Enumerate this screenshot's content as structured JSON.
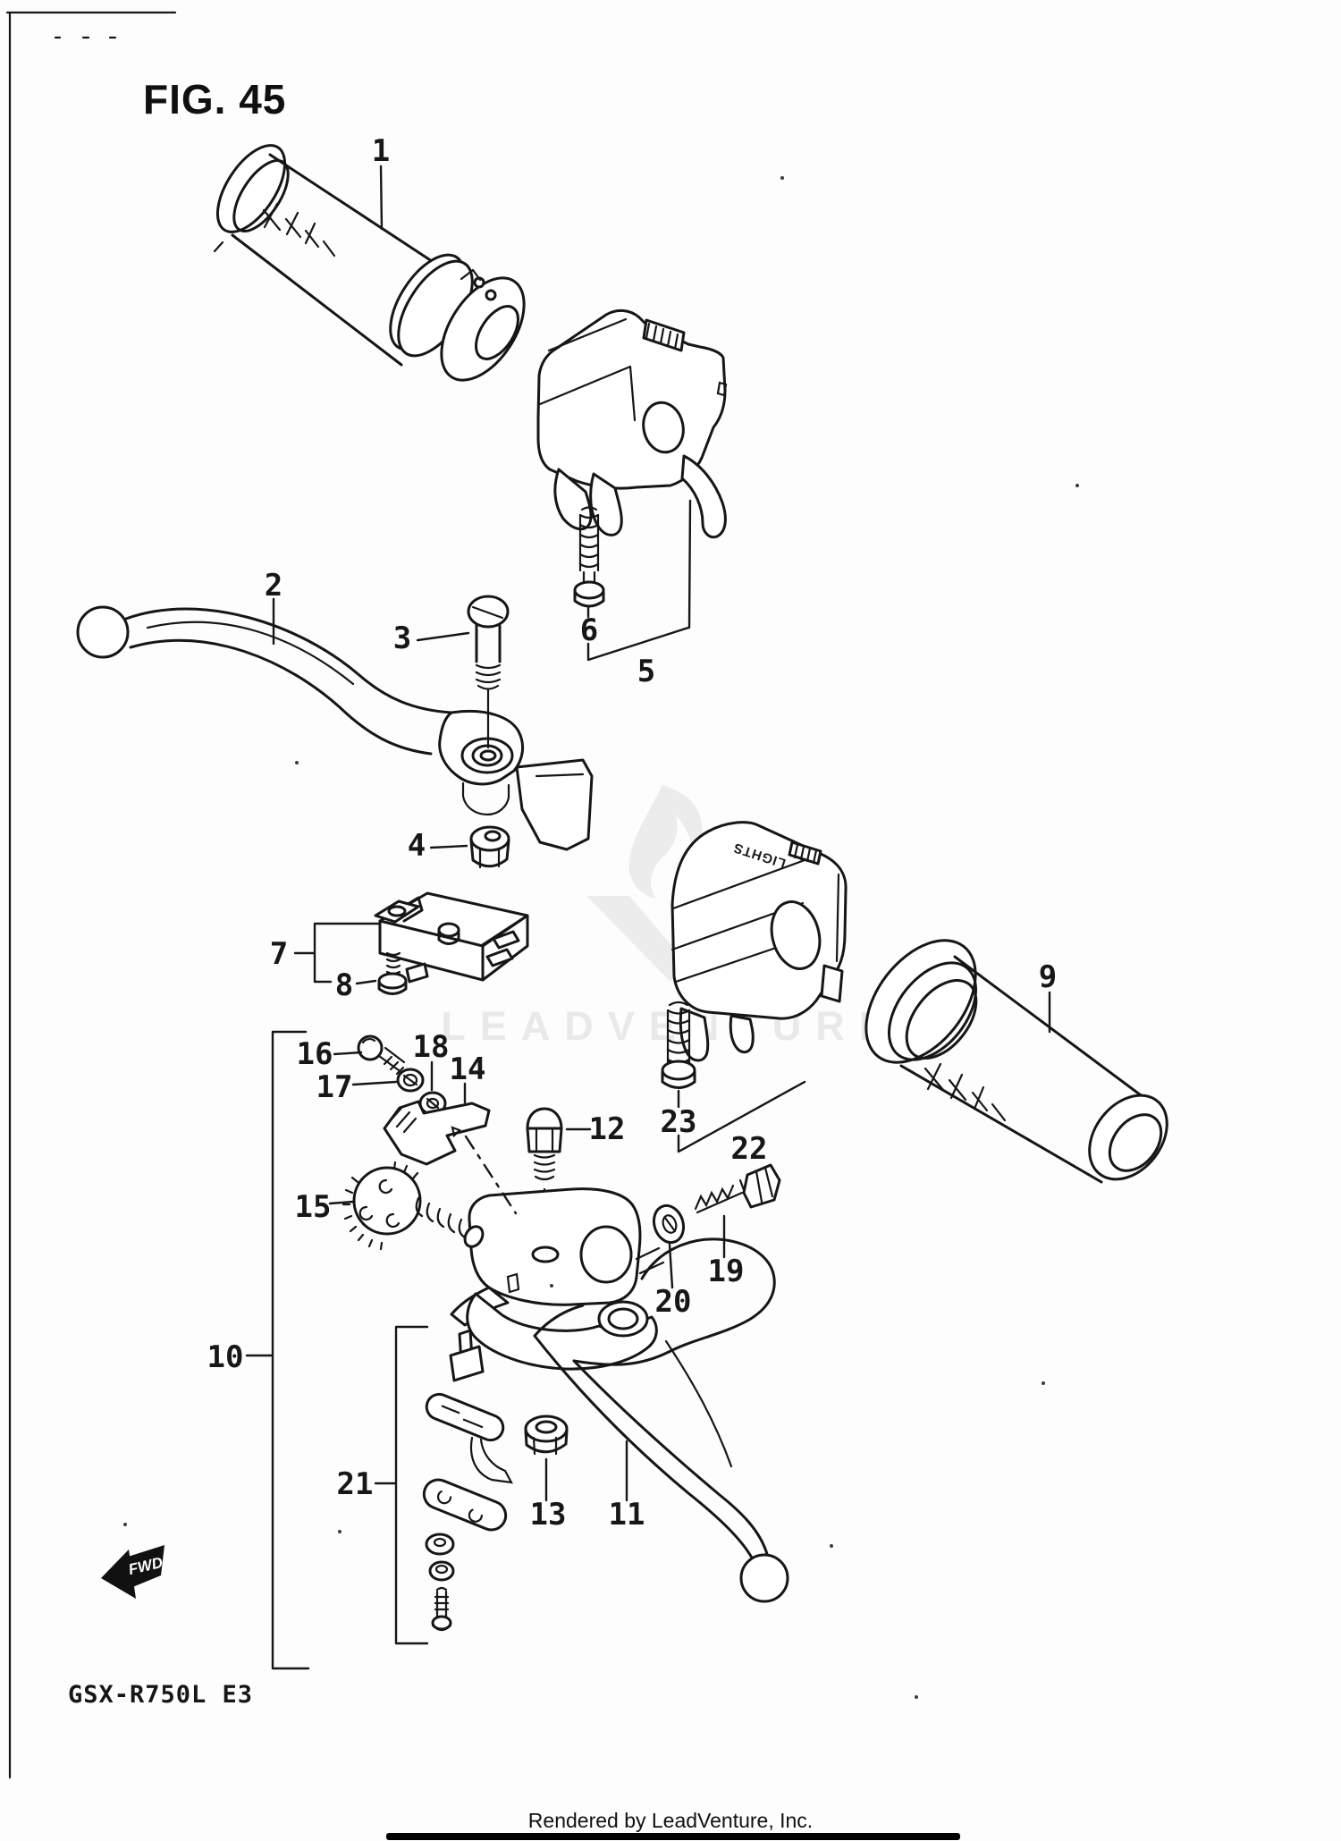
{
  "page": {
    "title": "FIG. 45",
    "model_code": "GSX-R750L E3",
    "footer_credit": "Rendered by LeadVenture, Inc.",
    "watermark": "LEADVENTURE",
    "fwd_flag": "FWD",
    "switch_marking": "LIGHTS"
  },
  "part_labels": [
    "1",
    "2",
    "3",
    "4",
    "5",
    "6",
    "7",
    "8",
    "9",
    "10",
    "11",
    "12",
    "13",
    "14",
    "15",
    "16",
    "17",
    "18",
    "19",
    "20",
    "21",
    "22",
    "23"
  ]
}
